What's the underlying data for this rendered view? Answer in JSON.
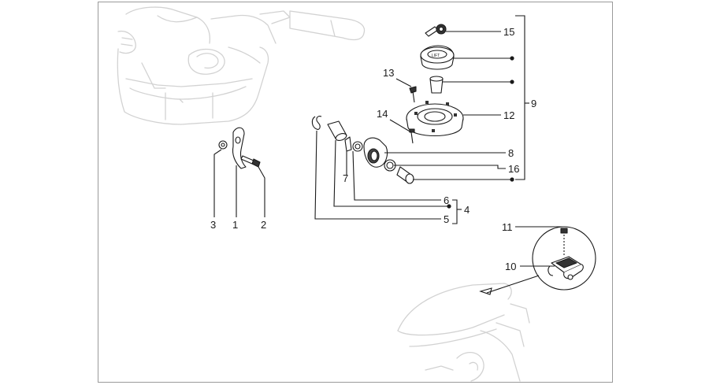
{
  "labels": {
    "l1": "1",
    "l2": "2",
    "l3": "3",
    "l4": "4",
    "l5": "5",
    "l6": "6",
    "l7": "7",
    "l8": "8",
    "l9": "9",
    "l10": "10",
    "l11": "11",
    "l12": "12",
    "l13": "13",
    "l14": "14",
    "l15": "15",
    "l16": "16"
  },
  "cap_text": "LIFT",
  "colors": {
    "line": "#1a1a1a",
    "ghost": "#d2d2d2",
    "frame": "#9a9a9a"
  }
}
